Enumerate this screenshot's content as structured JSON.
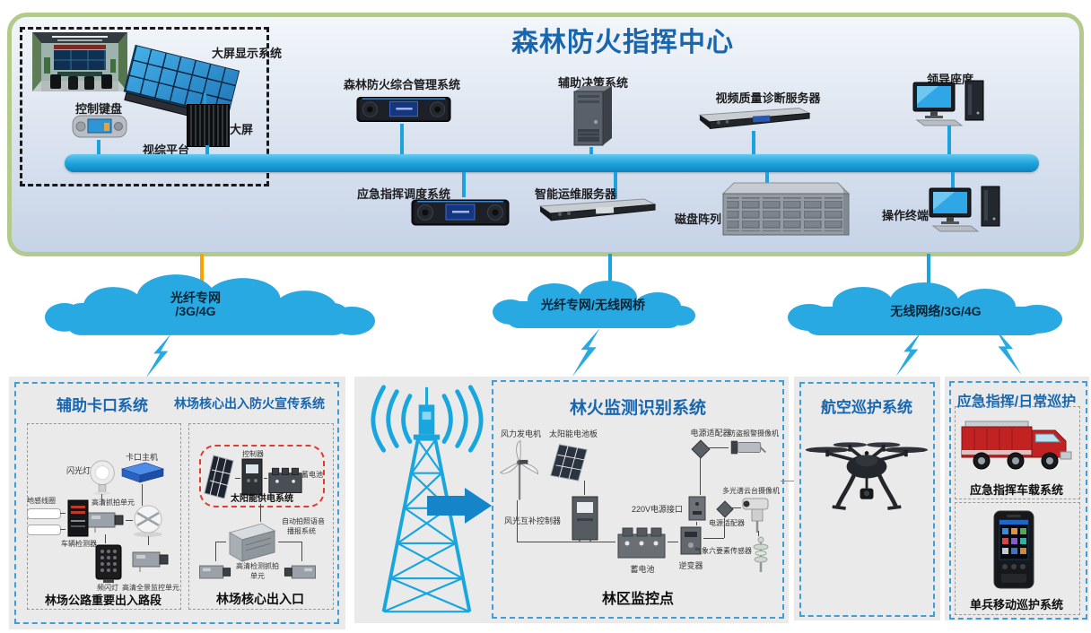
{
  "colors": {
    "accent_blue": "#1aa3df",
    "cloud_blue": "#29a9e1",
    "title_blue": "#1766ae",
    "panel_border_green": "#b2cb8d",
    "orange_line": "#f7a300",
    "red_dashed_border": "#e23b2e",
    "panel_gray": "#eaeaea"
  },
  "command_center": {
    "title": "森林防火指挥中心",
    "display": {
      "label": "大屏显示系统",
      "keyboard": "控制键盘",
      "platform": "视综平台",
      "big_screen": "大屏"
    },
    "top_devices": [
      "森林防火综合管理系统",
      "辅助决策系统",
      "视频质量诊断服务器",
      "领导座席"
    ],
    "bottom_devices": [
      "应急指挥调度系统",
      "智能运维服务器",
      "磁盘阵列",
      "操作终端"
    ]
  },
  "networks": {
    "cloud1_line1": "光纤专网",
    "cloud1_line2": "/3G/4G",
    "cloud2": "光纤专网/无线网桥",
    "cloud3": "无线网络/3G/4G"
  },
  "checkpoint": {
    "title": "辅助卡口系统",
    "host": "卡口主机",
    "flash": "闪光灯",
    "coil": "地感线圈",
    "detector": "车辆检测器",
    "capture": "高清抓拍单元",
    "strobe": "频闪灯",
    "panorama": "高清全景监控单元",
    "caption": "林场公路重要出入路段"
  },
  "propaganda": {
    "title": "林场核心出入防火宣传系统",
    "controller": "控制器",
    "battery": "蓄电池",
    "solar_label": "太阳能供电系统",
    "broadcast_line1": "自动拍照语音",
    "broadcast_line2": "播报系统",
    "detect_line1": "高清检测抓拍",
    "detect_line2": "单元",
    "caption": "林场核心出入口"
  },
  "monitoring": {
    "title": "林火监测识别系统",
    "wind": "风力发电机",
    "solar": "太阳能电池板",
    "hybrid": "风光互补控制器",
    "battery": "蓄电池",
    "inverter": "逆变器",
    "port220": "220V电源接口",
    "adapter_top": "电源适配器",
    "adapter_bottom": "电源适配器",
    "alarm_cam": "防盗报警摄像机",
    "ptz_cam": "多光谱云台摄像机",
    "weather": "气象六要素传感器",
    "caption": "林区监控点"
  },
  "aerial": {
    "title": "航空巡护系统"
  },
  "emergency": {
    "title": "应急指挥/日常巡护",
    "truck_caption": "应急指挥车载系统",
    "mobile_caption": "单兵移动巡护系统"
  }
}
